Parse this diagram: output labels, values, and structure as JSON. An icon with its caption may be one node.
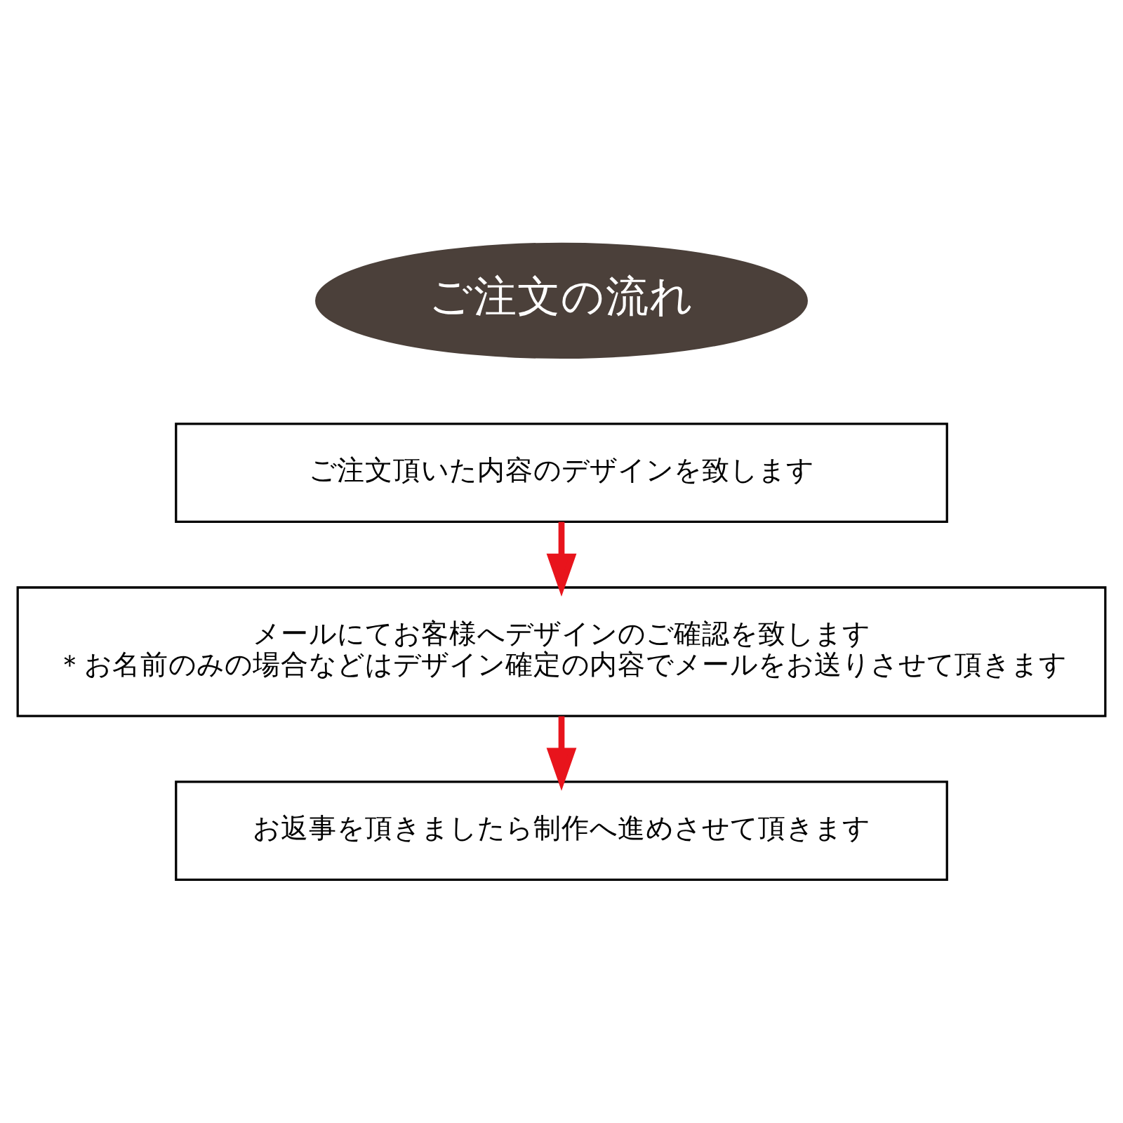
{
  "diagram": {
    "nodes": [
      {
        "text": [
          "ご注文の流れ"
        ]
      },
      {
        "text": [
          "ご注文頂いた内容のデザインを致します"
        ]
      },
      {
        "text": [
          "メールにてお客様へデザインのご確認を致します",
          "＊お名前のみの場合などはデザイン確定の内容でメールをお送りさせて頂きます"
        ]
      },
      {
        "text": [
          "お返事を頂きましたら制作へ進めさせて頂きます"
        ]
      }
    ],
    "edges": [
      {
        "from": 1,
        "to": 2,
        "arrow": "to"
      },
      {
        "from": 2,
        "to": 3,
        "arrow": "to"
      }
    ]
  }
}
